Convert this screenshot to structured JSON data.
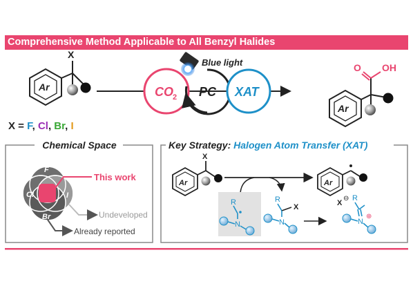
{
  "banner": {
    "title": "Comprehensive Method Applicable to All Benzyl Halides"
  },
  "reaction": {
    "x_label": "X",
    "ar_label": "Ar",
    "light_label": "Blue light",
    "co2_label": "CO",
    "co2_sub": "2",
    "pc_label": "PC",
    "xat_label": "XAT",
    "o_label": "O",
    "oh_label": "OH",
    "x_def_prefix": "X = ",
    "x_options": [
      "F",
      "Cl",
      "Br",
      "I"
    ],
    "x_separators": [
      ", ",
      ", ",
      ", "
    ]
  },
  "chemical_space": {
    "title": "Chemical Space",
    "petals": [
      "F",
      "Cl",
      "I",
      "Br"
    ],
    "this_work": "This work",
    "undeveloped": "Undeveloped",
    "already_reported": "Already reported"
  },
  "key_strategy": {
    "title_prefix": "Key Strategy: ",
    "title_highlight": "Halogen Atom Transfer (XAT)",
    "ar_label": "Ar",
    "x_label": "X",
    "r_label": "R",
    "n_label": "N",
    "x_anion": "X",
    "minus": "⊖",
    "plus": "⊕"
  },
  "colors": {
    "accent_pink": "#e9456f",
    "accent_blue": "#1e90c8",
    "x_F": "#1e90c8",
    "x_Cl": "#9b2fb5",
    "x_Br": "#3aa836",
    "x_I": "#e39a1c"
  }
}
